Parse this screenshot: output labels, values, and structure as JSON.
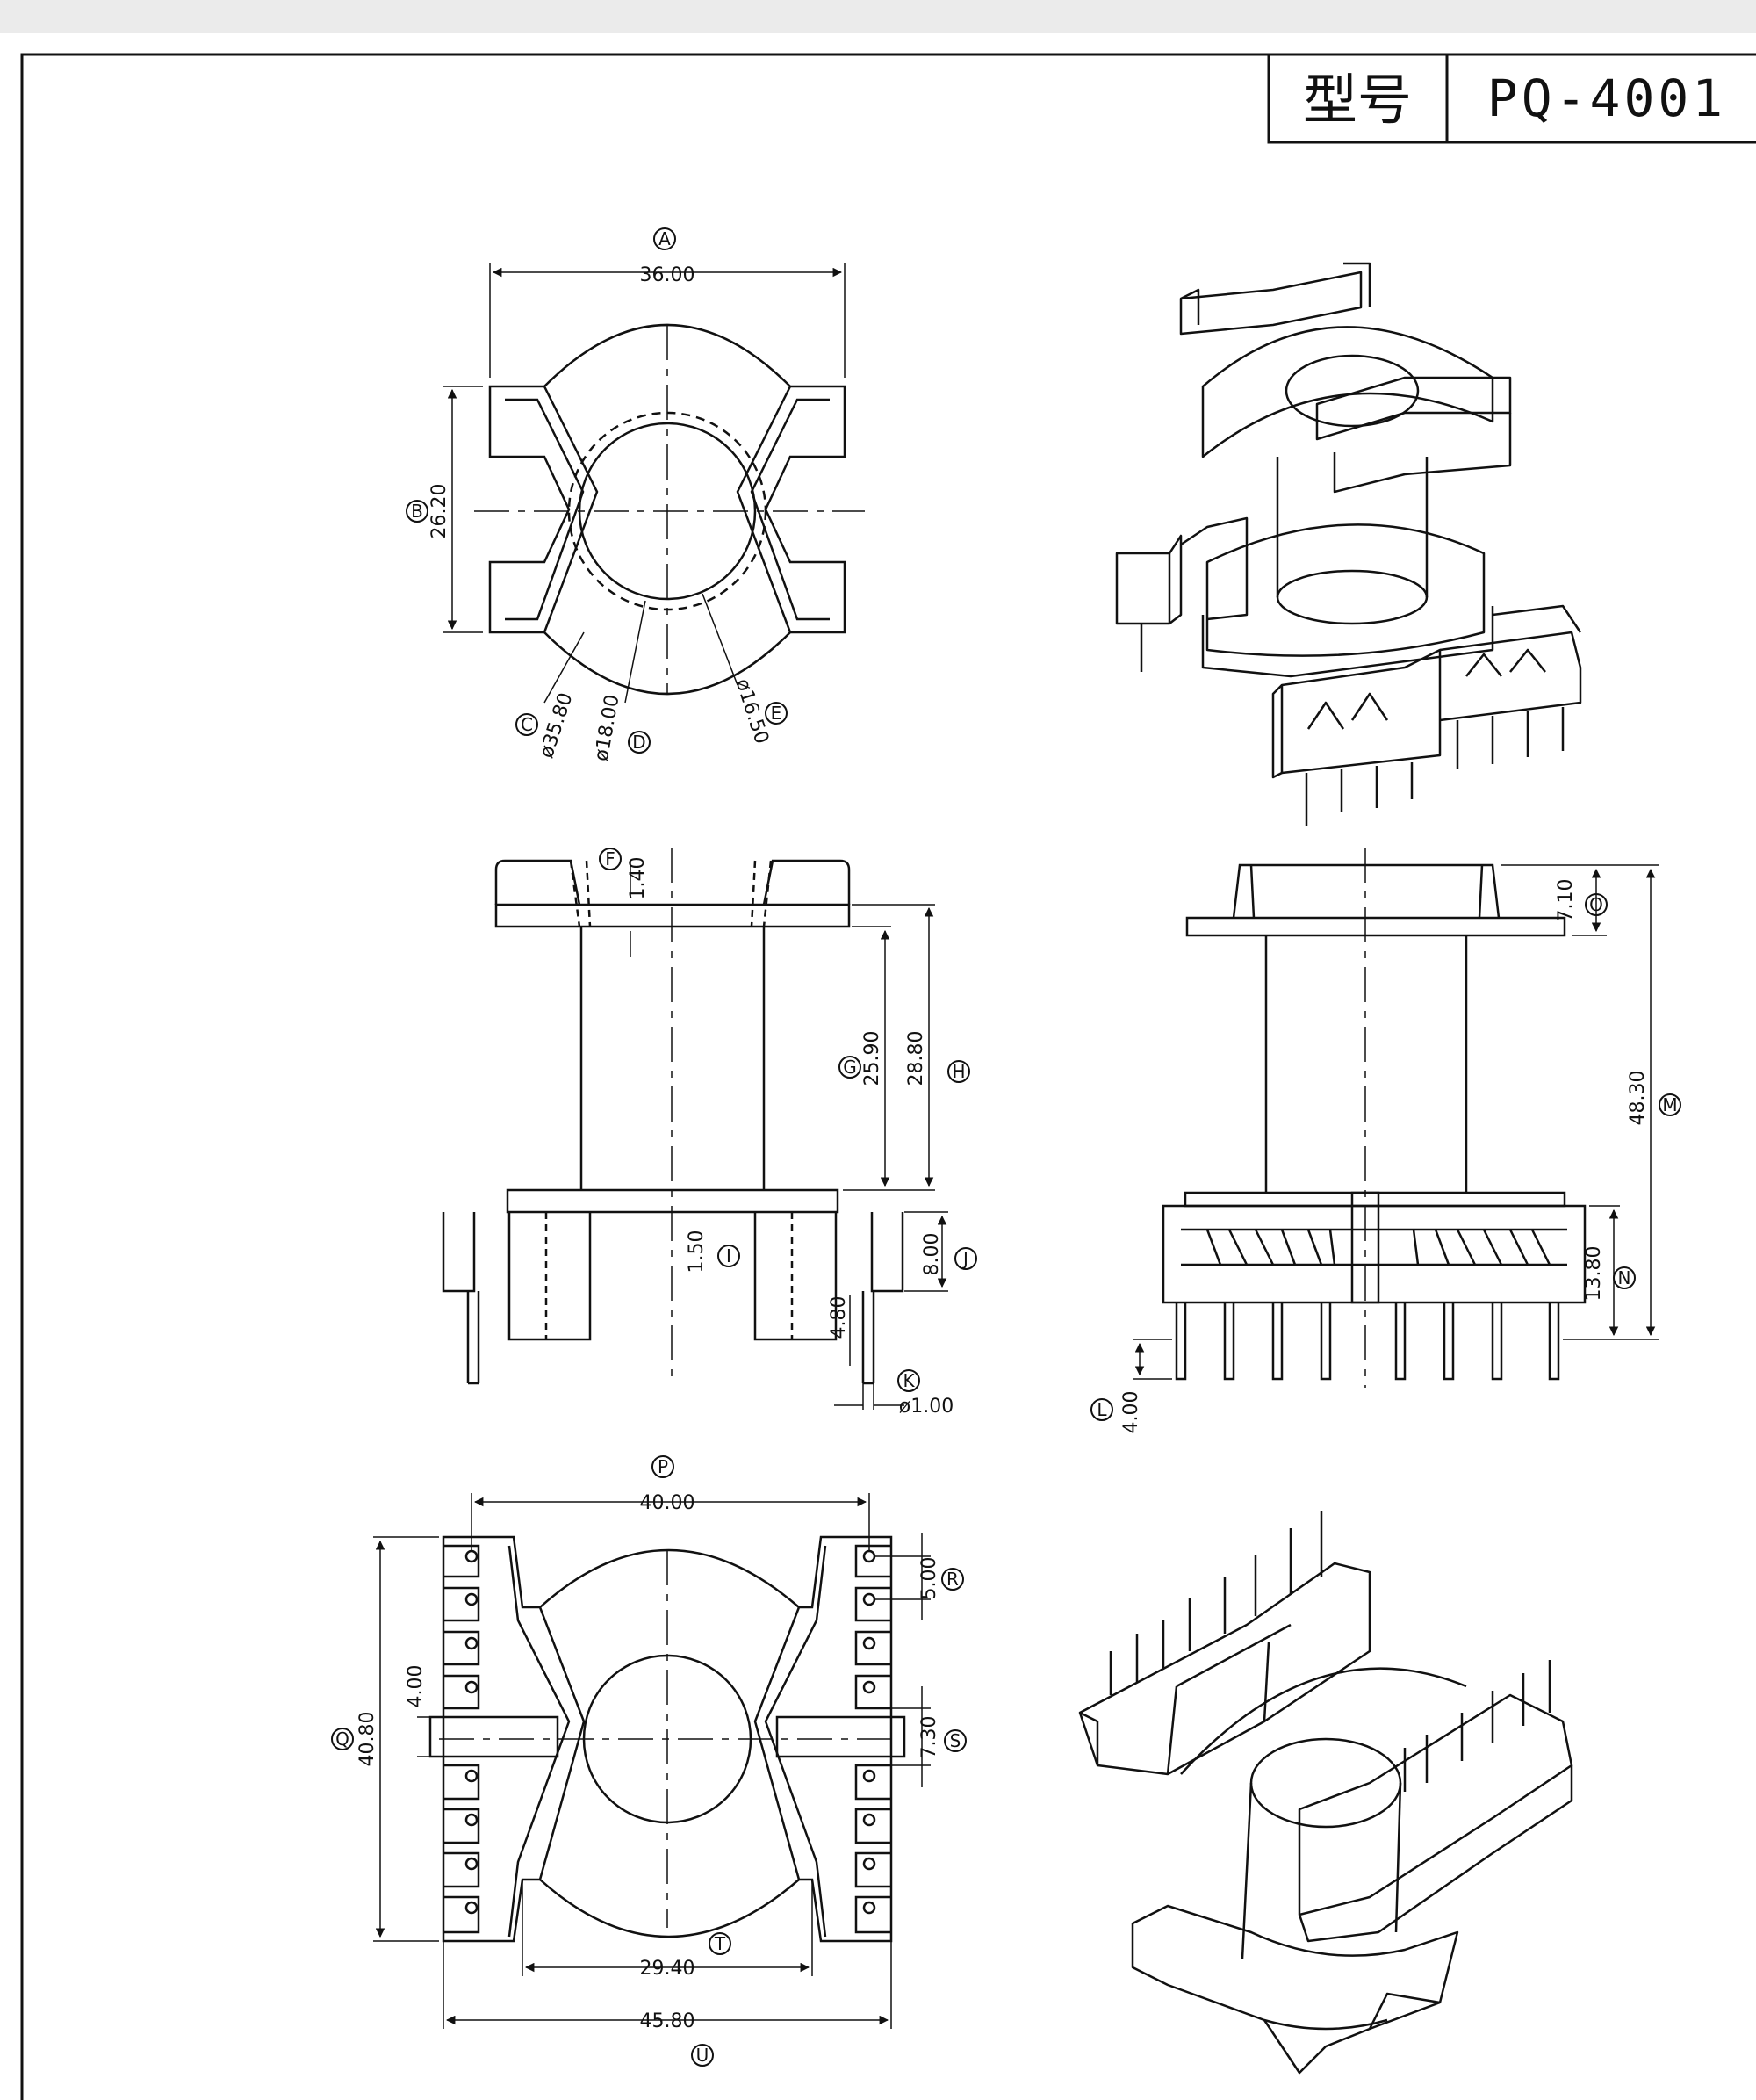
{
  "title_block": {
    "model_label": "型号",
    "model_value": "PQ-4001"
  },
  "colors": {
    "line": "#111111",
    "paper": "#ffffff",
    "background": "#ebebeb"
  },
  "dimensions": {
    "A": {
      "marker": "A",
      "value": "36.00"
    },
    "B": {
      "marker": "B",
      "value": "26.20"
    },
    "C": {
      "marker": "C",
      "value": "ø35.80"
    },
    "D": {
      "marker": "D",
      "value": "ø18.00"
    },
    "E": {
      "marker": "E",
      "value": "ø16.50"
    },
    "F": {
      "marker": "F",
      "value": "1.40"
    },
    "G": {
      "marker": "G",
      "value": "25.90"
    },
    "H": {
      "marker": "H",
      "value": "28.80"
    },
    "I": {
      "marker": "I",
      "value": "1.50"
    },
    "J": {
      "marker": "J",
      "value": "8.00"
    },
    "K": {
      "marker": "K",
      "value": "ø1.00"
    },
    "L": {
      "marker": "L",
      "value": "4.00"
    },
    "M": {
      "marker": "M",
      "value": "48.30"
    },
    "N": {
      "marker": "N",
      "value": "13.80"
    },
    "O": {
      "marker": "O",
      "value": "7.10"
    },
    "P": {
      "marker": "P",
      "value": "40.00"
    },
    "Q": {
      "marker": "Q",
      "value": "40.80"
    },
    "R": {
      "marker": "R",
      "value": "5.00"
    },
    "S": {
      "marker": "S",
      "value": "7.30"
    },
    "T": {
      "marker": "T",
      "value": "29.40"
    },
    "U": {
      "marker": "U",
      "value": "45.80"
    },
    "pin_pitch": {
      "value": "4.80"
    },
    "slot_width": {
      "value": "4.00"
    }
  }
}
